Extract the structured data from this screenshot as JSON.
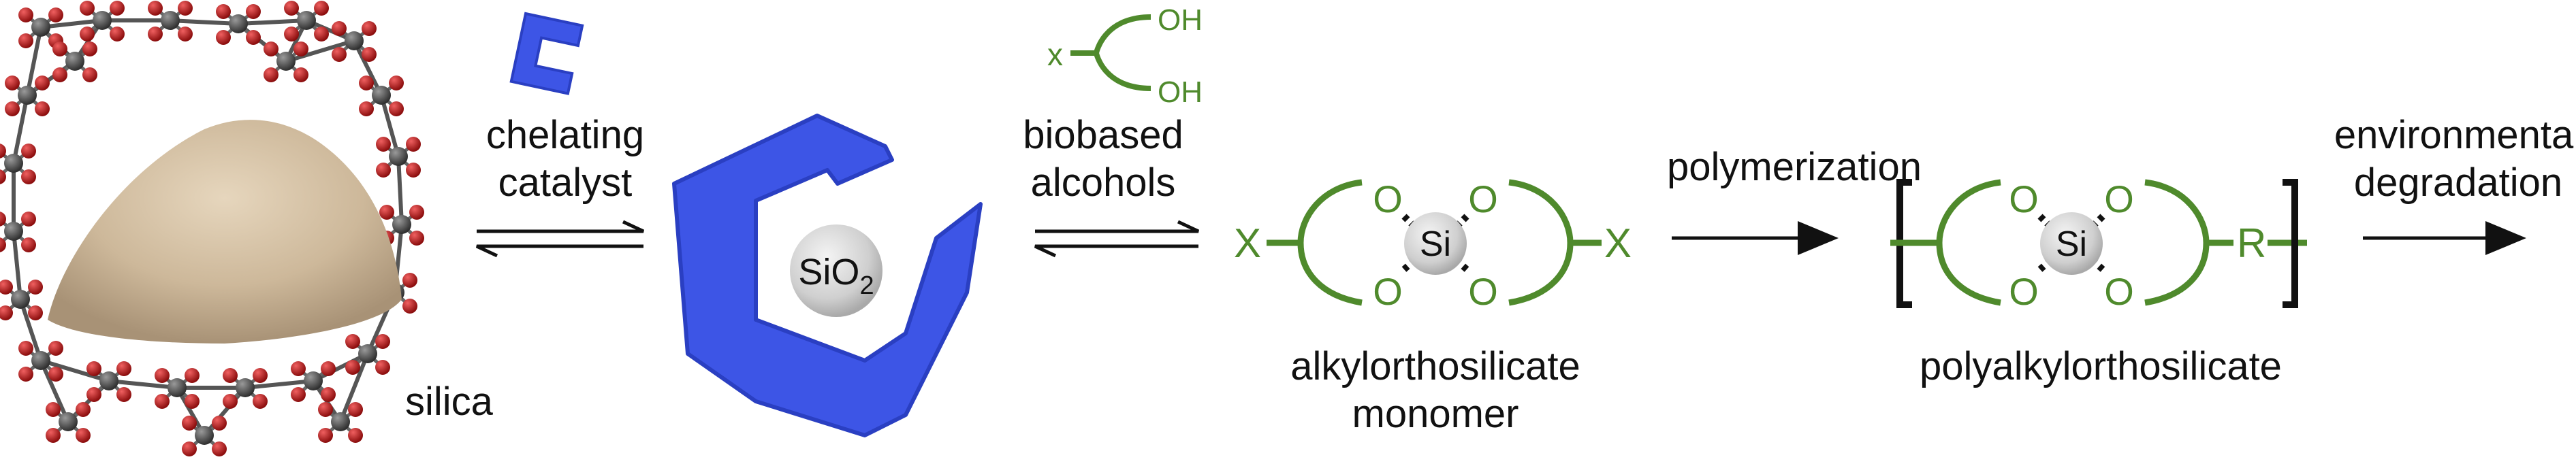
{
  "colors": {
    "green": "#4f8a2c",
    "blue": "#3d55e6",
    "blue_dark": "#2a3fc2",
    "silicon_atom": "#4a4a4a",
    "oxygen_atom": "#c0191b",
    "sand": "#cdb89a"
  },
  "silica": {
    "label": "silica"
  },
  "step1": {
    "line1": "chelating",
    "line2": "catalyst",
    "icon": "c-shaped-catalyst-icon"
  },
  "catalyst": {
    "si": "SiO",
    "sub": "2"
  },
  "step2": {
    "line1": "biobased",
    "line2": "alcohols",
    "diol_x": "x",
    "oh1": "OH",
    "oh2": "OH"
  },
  "monomer": {
    "x_left": "X",
    "x_right": "X",
    "si": "Si",
    "o_tl": "O",
    "o_tr": "O",
    "o_bl": "O",
    "o_br": "O",
    "line1": "alkylorthosilicate",
    "line2": "monomer"
  },
  "step3": {
    "label": "polymerization"
  },
  "polymer": {
    "r": "R",
    "si": "Si",
    "o_tl": "O",
    "o_tr": "O",
    "o_bl": "O",
    "o_br": "O",
    "label": "polyalkylorthosilicate"
  },
  "step4": {
    "line1": "environmental",
    "line2": "degradation"
  }
}
